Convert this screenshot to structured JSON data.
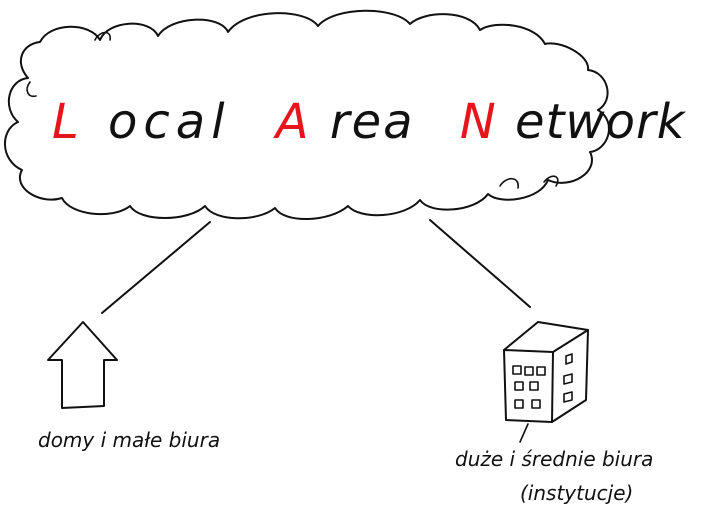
{
  "diagram": {
    "cloud": {
      "title_parts": [
        {
          "initial": "L",
          "rest": "ocal"
        },
        {
          "initial": "A",
          "rest": "rea"
        },
        {
          "initial": "N",
          "rest": "etwork"
        }
      ],
      "initial_color": "#e8141c",
      "text_color": "#111111"
    },
    "nodes": {
      "house": {
        "icon": "house-icon",
        "label": "domy i  małe biura"
      },
      "building": {
        "icon": "office-building-icon",
        "label_line1": "duże  i  średnie  biura",
        "label_line2": "(instytucje)"
      }
    }
  }
}
